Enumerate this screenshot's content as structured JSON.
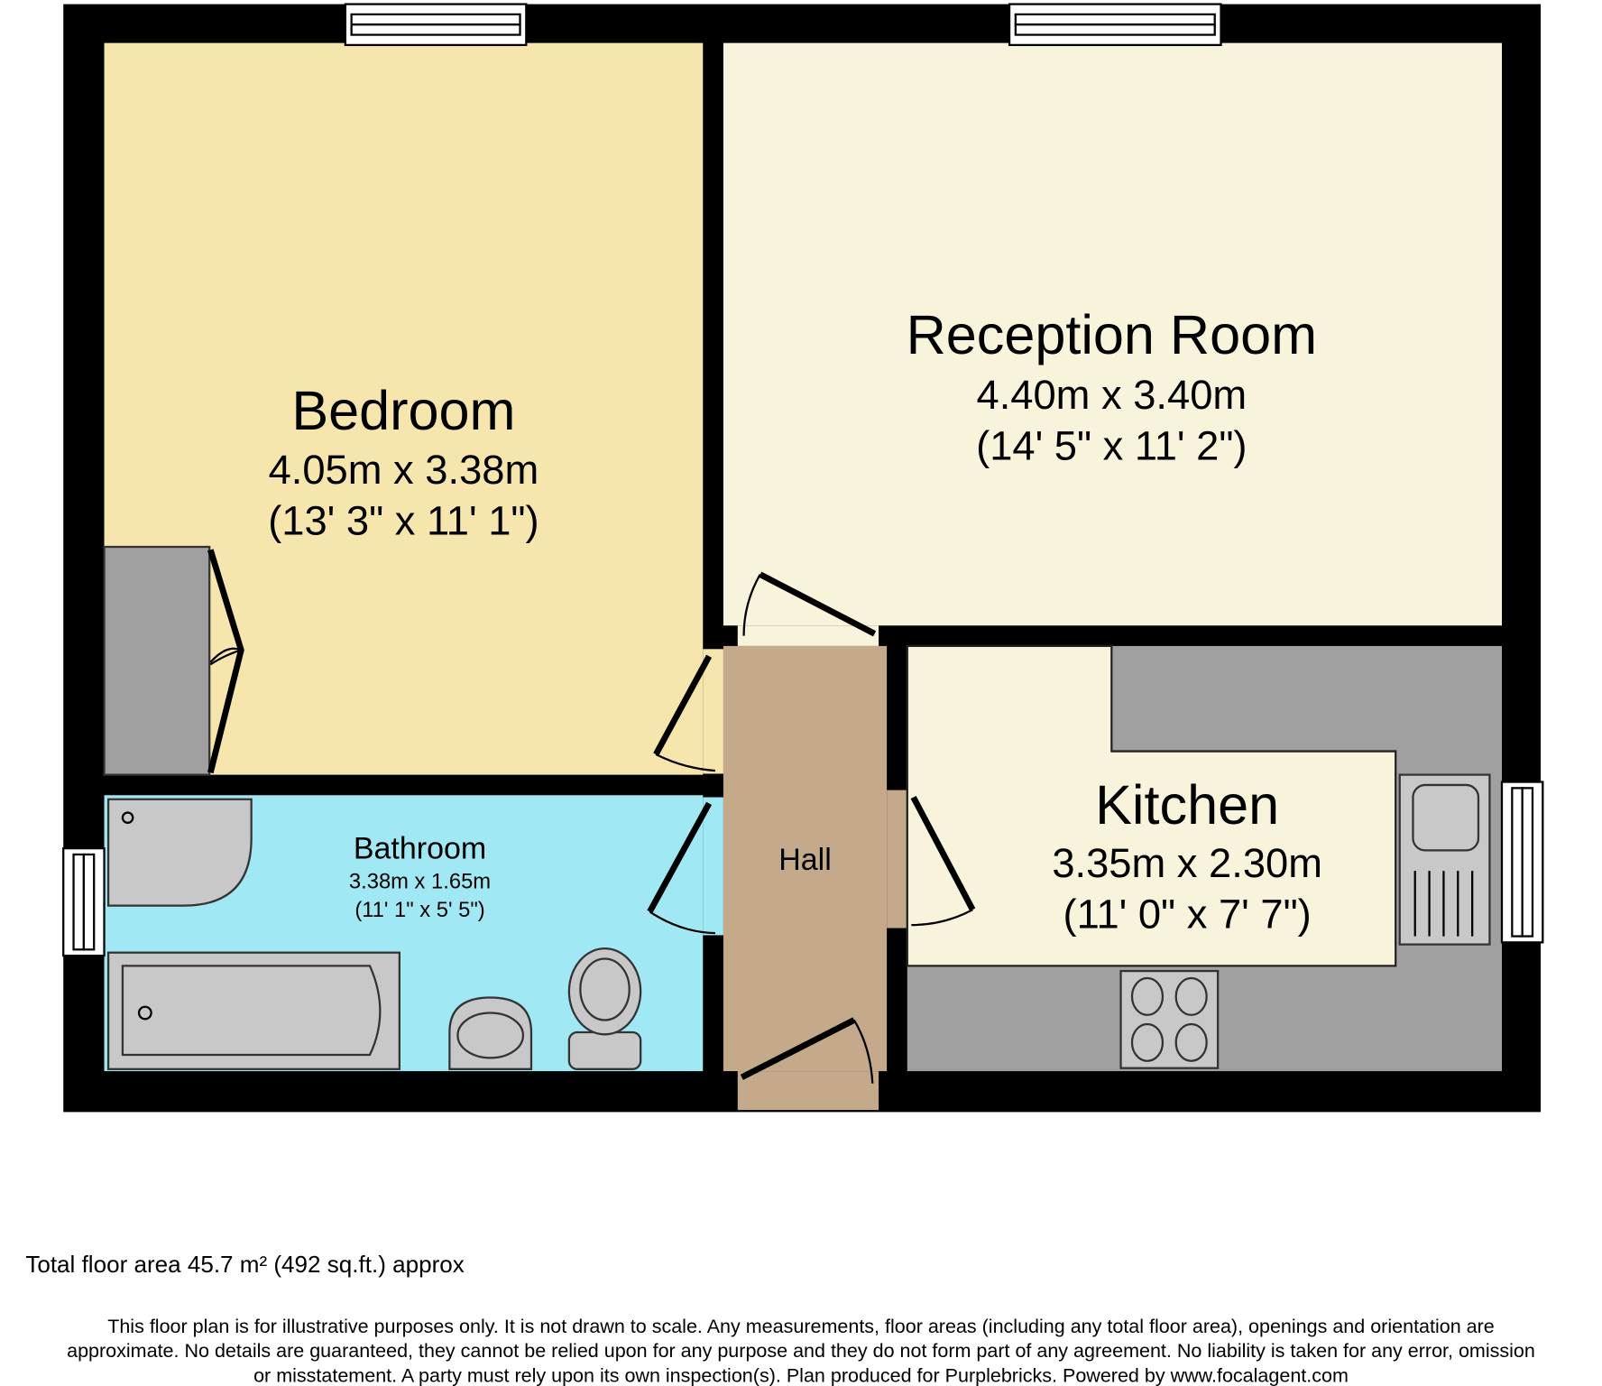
{
  "rooms": {
    "bedroom": {
      "name": "Bedroom",
      "metric": "4.05m x 3.38m",
      "imperial": "(13' 3\" x 11' 1\")"
    },
    "reception": {
      "name": "Reception Room",
      "metric": "4.40m x 3.40m",
      "imperial": "(14' 5\" x 11' 2\")"
    },
    "kitchen": {
      "name": "Kitchen",
      "metric": "3.35m x 2.30m",
      "imperial": "(11' 0\" x 7' 7\")"
    },
    "bathroom": {
      "name": "Bathroom",
      "metric": "3.38m x 1.65m",
      "imperial": "(11' 1\" x 5' 5\")"
    },
    "hall": {
      "name": "Hall"
    }
  },
  "total_area": "Total floor area 45.7 m² (492 sq.ft.) approx",
  "disclaimer": [
    "This floor plan is for illustrative purposes only. It is not drawn to scale. Any measurements, floor areas (including any total floor area), openings and orientation are",
    "approximate. No details are guaranteed, they cannot be relied upon for any purpose and they do not form part of any agreement. No liability is taken for any error, omission",
    "or misstatement. A party must rely upon its own inspection(s). Plan produced for Purplebricks. Powered by www.focalagent.com"
  ],
  "colors": {
    "bedroom": "#f7e5ae",
    "reception": "#f8f4dc",
    "kitchen": "#f8f4dc",
    "bathroom": "#a0e8f4",
    "hall": "#c4a98a",
    "counter": "#a0a0a0",
    "wall": "#000000"
  }
}
